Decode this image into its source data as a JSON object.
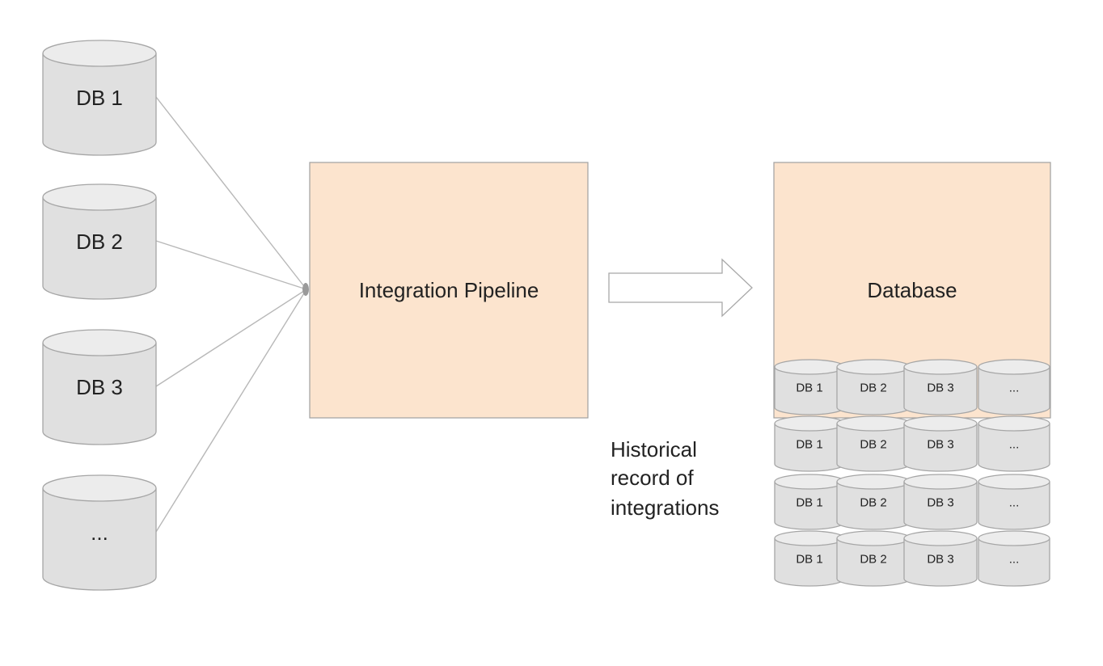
{
  "source_databases": [
    "DB 1",
    "DB 2",
    "DB 3",
    "..."
  ],
  "pipeline": {
    "label": "Integration Pipeline"
  },
  "database": {
    "label": "Database"
  },
  "historical_note": [
    "Historical",
    "record of",
    "integrations"
  ],
  "history_grid": {
    "columns": [
      "DB 1",
      "DB 2",
      "DB 3",
      "..."
    ],
    "row_count": 4
  },
  "colors": {
    "box_fill": "#fce4ce",
    "cylinder_fill": "#e0e0e0",
    "cylinder_stroke": "#a6a6a6",
    "connector": "#b8b8b8"
  }
}
